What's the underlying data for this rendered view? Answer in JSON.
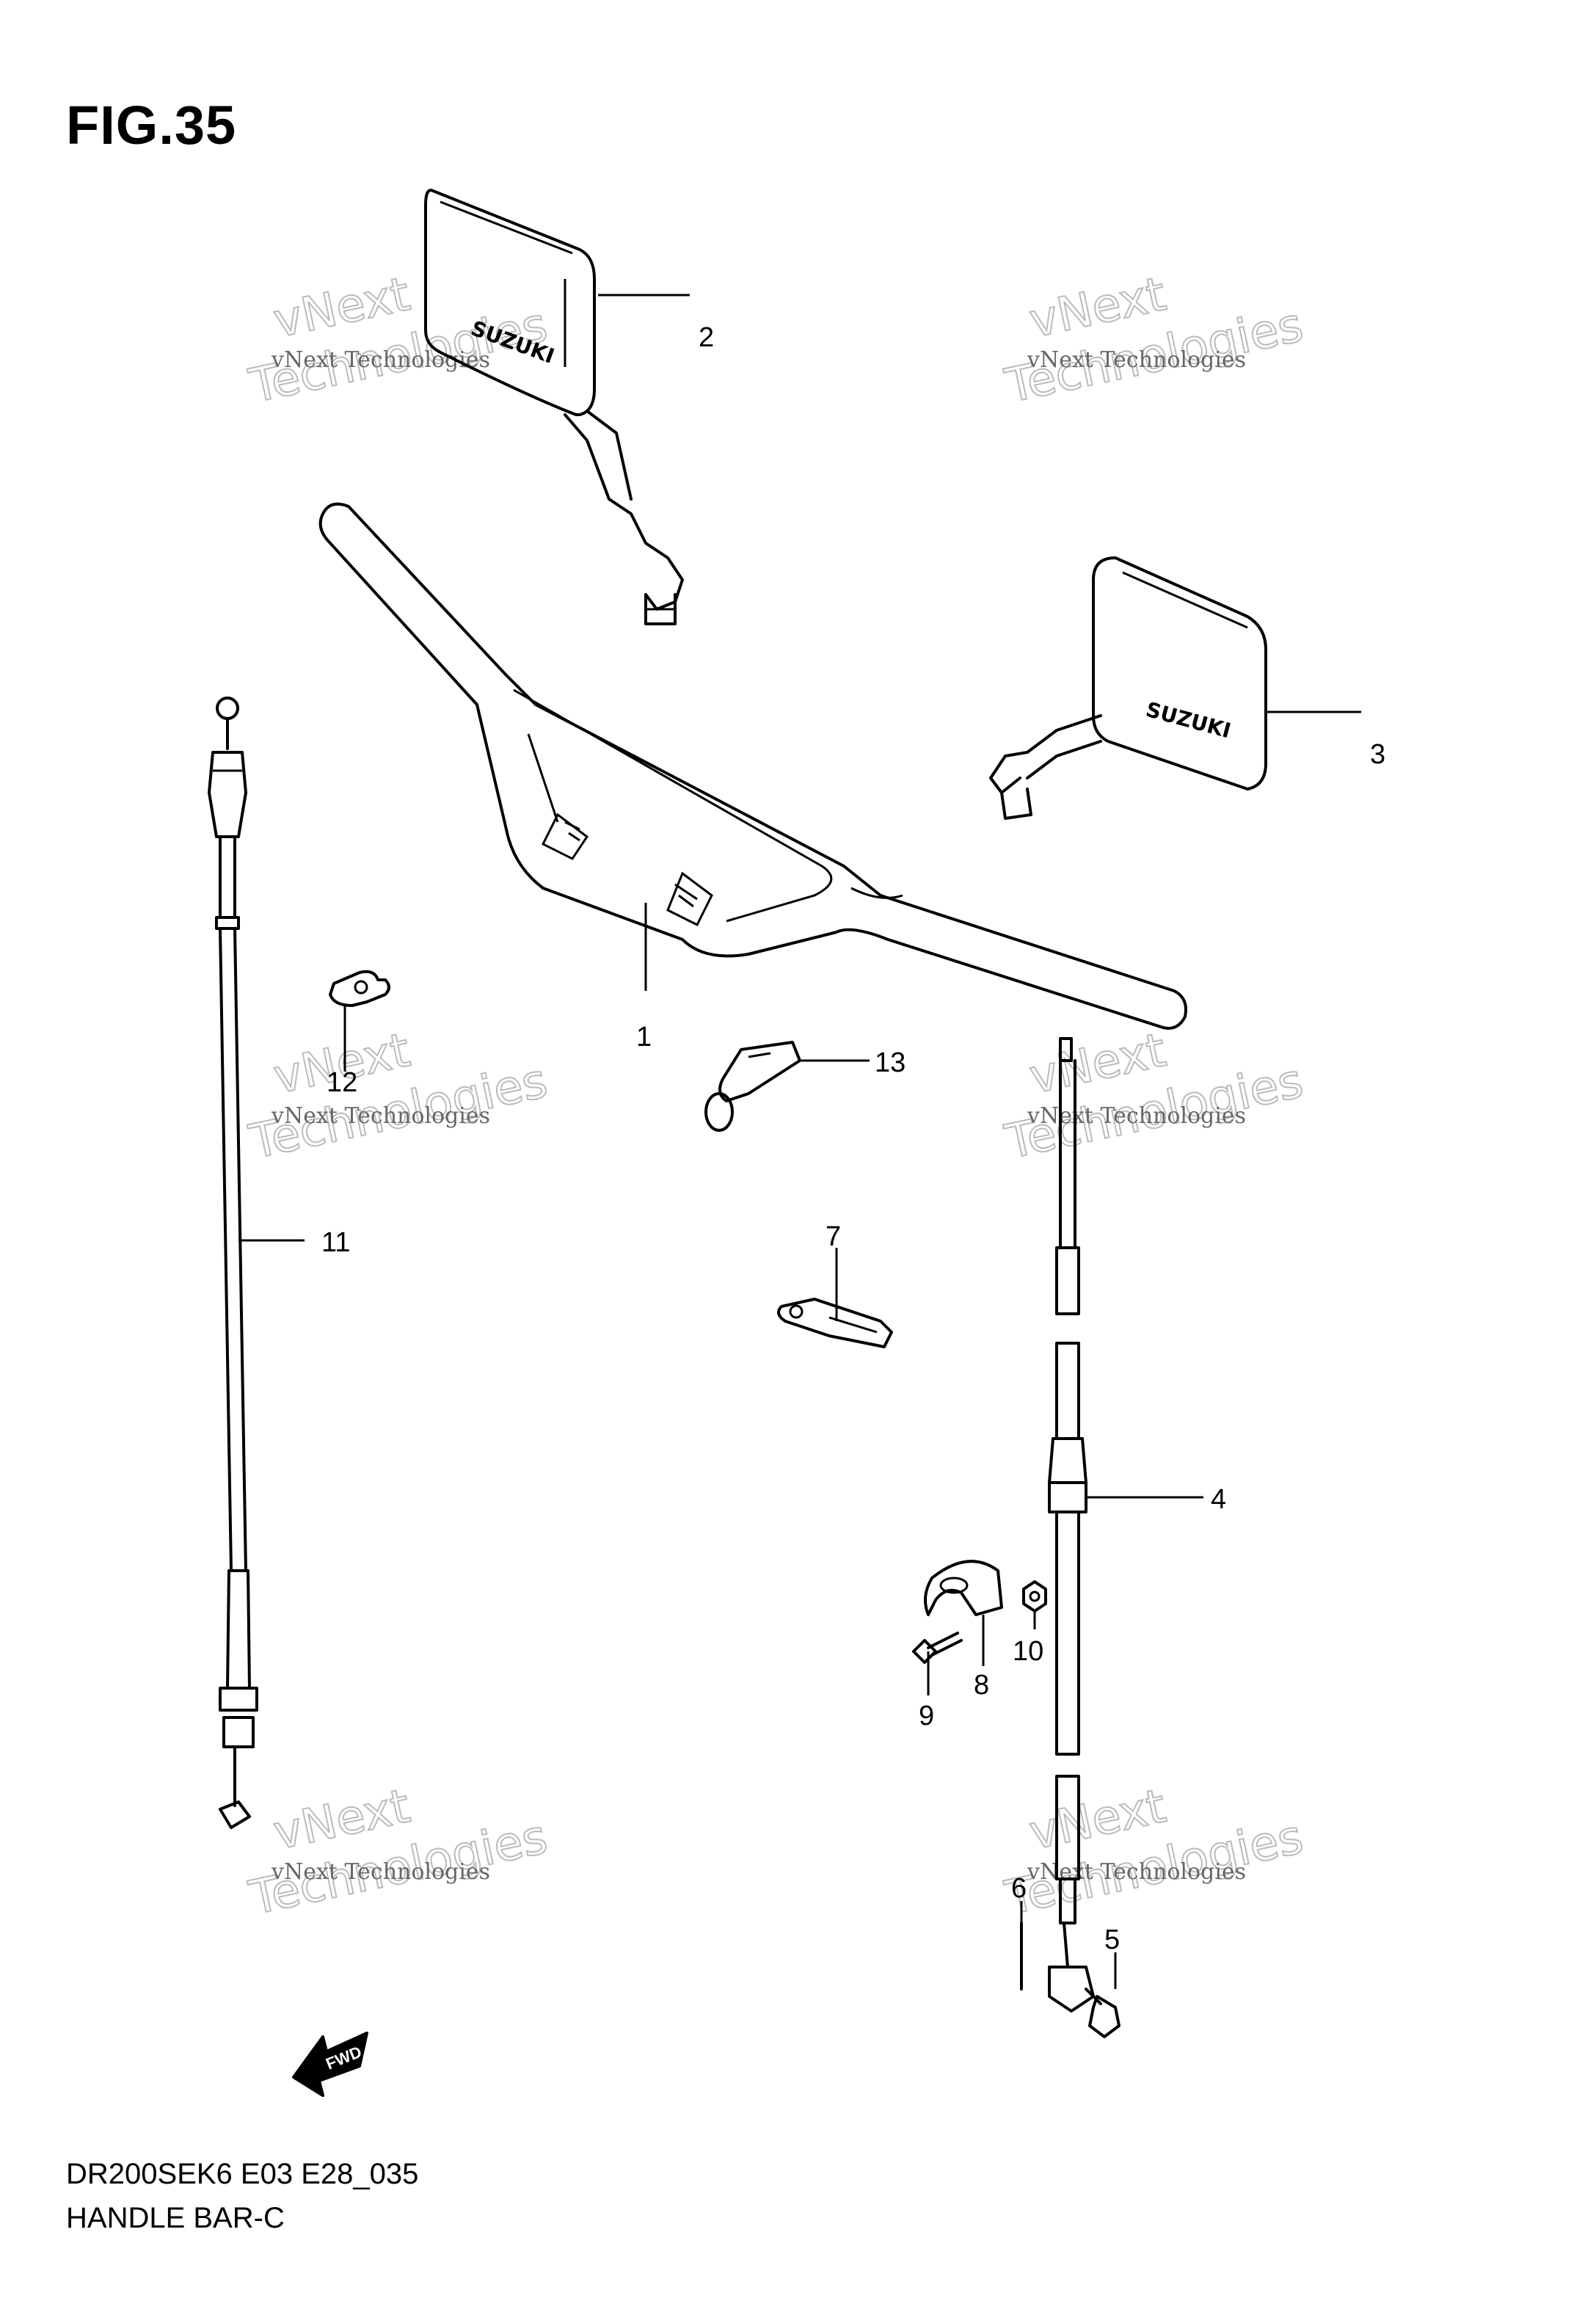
{
  "figure_label": "FIG.35",
  "footer": {
    "code": "DR200SEK6 E03 E28_035",
    "name": "HANDLE BAR-C"
  },
  "watermark": {
    "line1": "vNext Technologies",
    "line2": "vNext",
    "line3": "Technologies"
  },
  "brand_marking": "SUZUKI",
  "fwd_label": "FWD",
  "callouts": [
    "1",
    "2",
    "3",
    "4",
    "5",
    "6",
    "7",
    "8",
    "9",
    "10",
    "11",
    "12",
    "13"
  ]
}
